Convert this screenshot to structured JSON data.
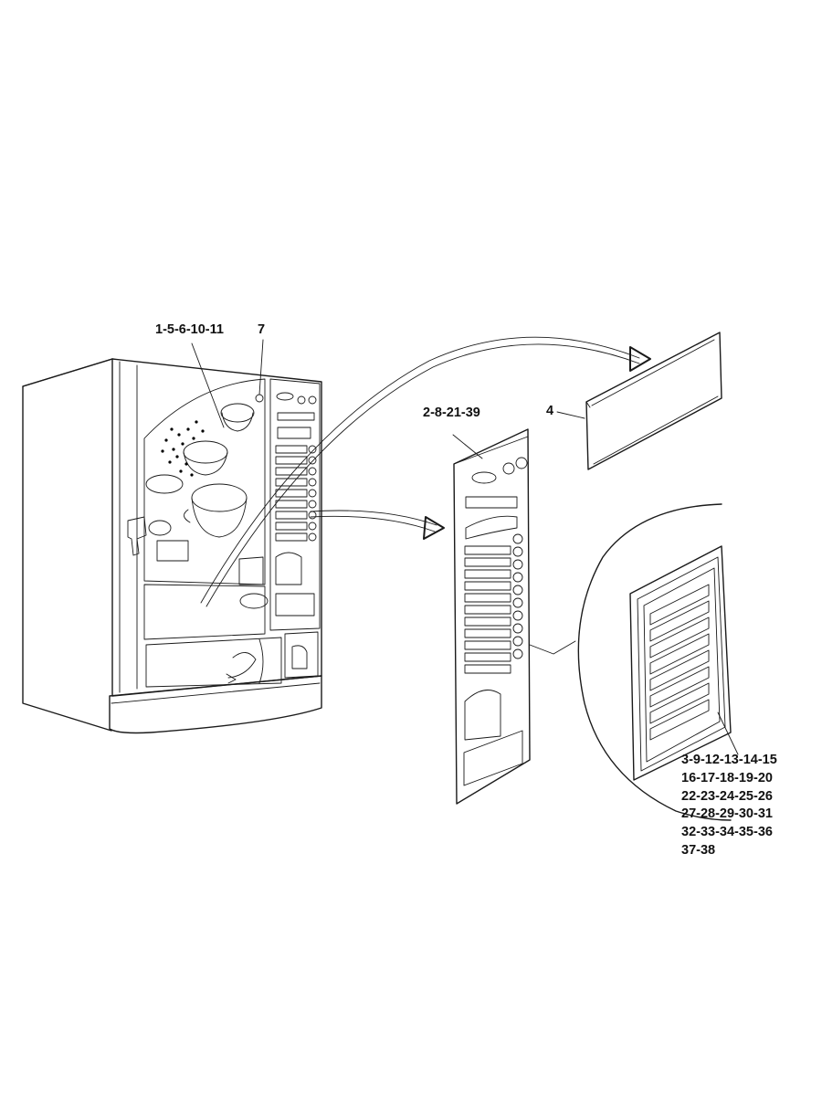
{
  "labels": {
    "group_a": "1-5-6-10-11",
    "group_b": "7",
    "group_c": "2-8-21-39",
    "group_d": "4",
    "group_e": [
      "3-9-12-13-14-15",
      "16-17-18-19-20",
      "22-23-24-25-26",
      "27-28-29-30-31",
      "32-33-34-35-36",
      "37-38"
    ]
  }
}
